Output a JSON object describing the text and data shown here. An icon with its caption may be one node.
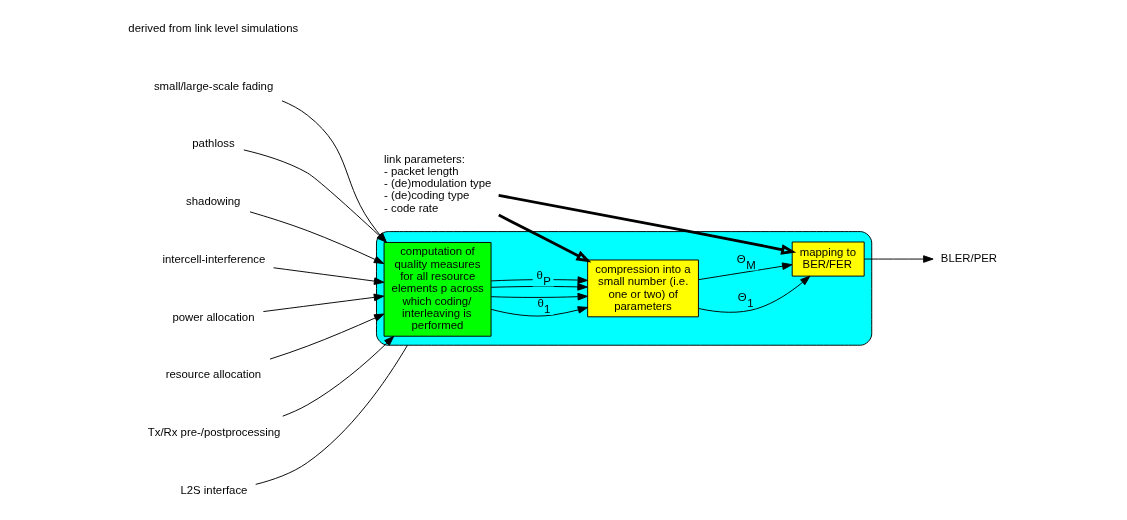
{
  "diagram": {
    "nodes": [
      {
        "text": [],
        "shape": "box"
      },
      {
        "text": [
          "computation of quality measures for all resource elements p across which coding/ interleaving is performed"
        ],
        "in": 0
      },
      {
        "text": [
          "compression into a small number (i.e. one or two) of parameters"
        ],
        "in": 0
      },
      {
        "text": [
          "mapping to BER/FER"
        ],
        "in": 0
      },
      {
        "text": [
          "small/large-scale fading"
        ]
      },
      {
        "text": [
          "pathloss"
        ]
      },
      {
        "text": [
          "shadowing"
        ]
      },
      {
        "text": [
          "intercell-interference"
        ]
      },
      {
        "text": [
          "power allocation"
        ]
      },
      {
        "text": [
          "resource allocation"
        ]
      },
      {
        "text": [
          "Tx/Rx pre-/postprocessing"
        ]
      },
      {
        "text": [
          "BLER/PER"
        ]
      },
      {
        "text": [
          "link parameters: - packet length - (de)modulation type - (de)coding type - code rate"
        ]
      },
      {
        "text": [
          "L2S interface"
        ]
      }
    ],
    "edges": [
      {
        "from": 4,
        "to": 1,
        "arrow": "to"
      },
      {
        "from": 5,
        "to": 1,
        "arrow": "to"
      },
      {
        "from": 6,
        "to": 1,
        "arrow": "to"
      },
      {
        "from": 7,
        "to": 1,
        "arrow": "to"
      },
      {
        "from": 8,
        "to": 1,
        "arrow": "to"
      },
      {
        "from": 9,
        "to": 1,
        "arrow": "to"
      },
      {
        "from": 10,
        "to": 1,
        "arrow": "to"
      },
      {
        "from": 1,
        "to": 2,
        "arrow": "to",
        "label": "θ$_{1}$"
      },
      {
        "from": 1,
        "to": 2,
        "arrow": "to"
      },
      {
        "from": 1,
        "to": 2,
        "arrow": "to"
      },
      {
        "from": 1,
        "to": 2,
        "arrow": "to",
        "label": "θ$_{P}$"
      },
      {
        "from": 2,
        "to": 3,
        "arrow": "to",
        "label": "Θ$_{1}$"
      },
      {
        "from": 2,
        "to": 3,
        "arrow": "to",
        "label": "Θ$_{M}$"
      },
      {
        "from": 3,
        "to": 11,
        "arrow": "to"
      },
      {
        "from": 12,
        "to": 2,
        "arrow": "to",
        "style": "thick"
      },
      {
        "from": 12,
        "to": 3,
        "arrow": "to",
        "style": "thick"
      },
      {
        "from": 13,
        "to": 0,
        "arrow": "none"
      }
    ],
    "labels": [
      "derived from link level simulations"
    ]
  }
}
